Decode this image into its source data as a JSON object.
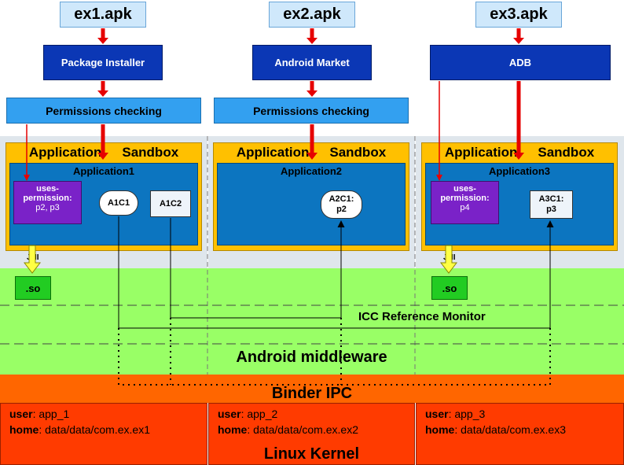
{
  "apks": [
    "ex1.apk",
    "ex2.apk",
    "ex3.apk"
  ],
  "installers": [
    "Package Installer",
    "Android Market",
    "ADB"
  ],
  "permissions_checking": "Permissions checking",
  "sandbox": {
    "word1": "Application",
    "word2": "Sandbox"
  },
  "apps": [
    {
      "title": "Application1",
      "uses_label": "uses-permission:",
      "uses_perms": "p2, p3",
      "components": [
        "A1C1",
        "A1C2"
      ]
    },
    {
      "title": "Application2",
      "components": [
        "A2C1:\np2"
      ]
    },
    {
      "title": "Application3",
      "uses_label": "uses-permission:",
      "uses_perms": "p4",
      "components": [
        "A3C1:\np3"
      ]
    }
  ],
  "jni": "JNI",
  "so": ".so",
  "icc_monitor": "ICC Reference Monitor",
  "middleware": "Android middleware",
  "binder": "Binder IPC",
  "kernel": {
    "label": "Linux Kernel",
    "user_key": "user",
    "home_key": "home",
    "cells": [
      {
        "user": "app_1",
        "home": "data/data/com.ex.ex1"
      },
      {
        "user": "app_2",
        "home": "data/data/com.ex.ex2"
      },
      {
        "user": "app_3",
        "home": "data/data/com.ex.ex3"
      }
    ]
  },
  "colors": {
    "apk_box": "#cfe8fb",
    "installer": "#0b37b5",
    "permissions": "#33a0f0",
    "sandbox": "#ffc000",
    "application": "#0c75c0",
    "uses_permission": "#7a22c8",
    "middleware": "#99ff66",
    "so_lib": "#22cc22",
    "binder": "#ff6600",
    "kernel": "#ff3b00",
    "arrow": "#e60000"
  }
}
